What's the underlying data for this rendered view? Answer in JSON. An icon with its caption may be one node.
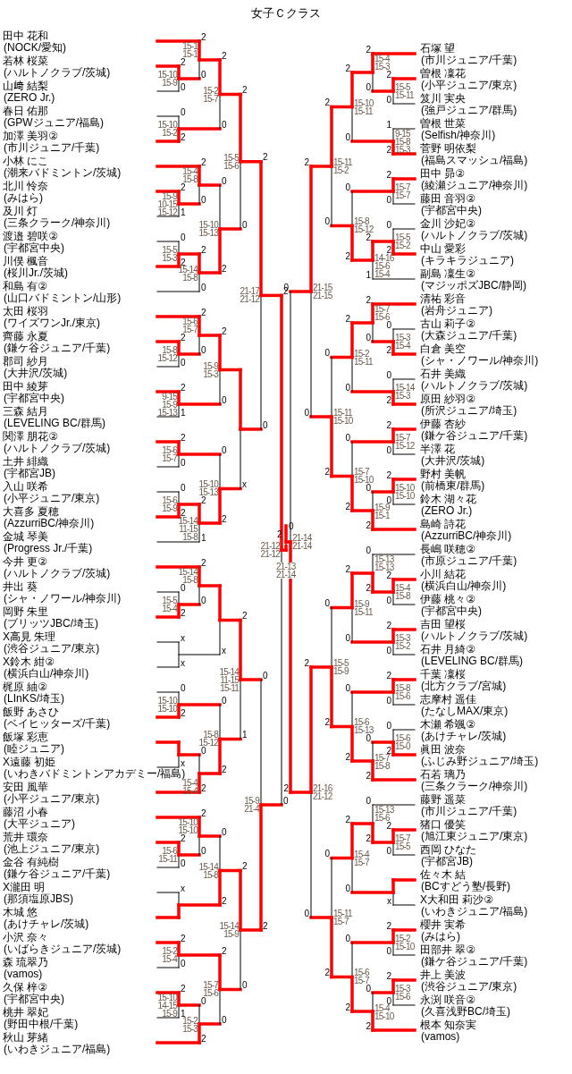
{
  "diagram": {
    "title": "女子Ｃクラス",
    "labels": [
      "田中 花和",
      "(NOCK/愛知)",
      "若林 桜菜",
      "(ハルトノクラブ/茨城)",
      "山﨑 結梨",
      "(ZERO Jr.)",
      "春日 佑那",
      "(GPWジュニア/福島)",
      "加澤 美羽②",
      "(市川ジュニア/千葉)",
      "小林 にこ",
      "(潮来バドミントン/茨城)",
      "北川 怜奈",
      "(みはら)",
      "及川 灯",
      "(三条クラーク/神奈川)",
      "渡邉 碧咲②",
      "(宇都宮中央)",
      "川俣 楓音",
      "(桜川Jr./茨城)",
      "和島 有②",
      "(山口バドミントン/山形)",
      "太田 桜羽",
      "(ワイズワンJr./東京)",
      "齊藤 永夏",
      "(鎌ケ谷ジュニア/千葉)",
      "郡司 紗月",
      "(大井沢/茨城)",
      "田中 綾芽",
      "(宇都宮中央)",
      "三森 結月",
      "(LEVELING BC/群馬)",
      "関澤 朋花②",
      "(ハルトノクラブ/茨城)",
      "土井 緋織",
      "(宇都宮JB)",
      "入山 咲希",
      "(小平ジュニア/東京)",
      "大喜多 夏穂",
      "(AzzurriBC/神奈川)",
      "金城 琴美",
      "(Progress Jr./千葉)",
      "今井 更②",
      "(ハルトノクラブ/茨城)",
      "井出 葵",
      "(シャ・ノワール/神奈川)",
      "岡野 朱里",
      "(ブリッツJBC/埼玉)",
      "X高見 朱理",
      "(渋谷ジュニア/東京)",
      "X鈴木 紺②",
      "(横浜白山/神奈川)",
      "梶原 紬②",
      "(LInKS/埼玉)",
      "飯野 あさひ",
      "(ベイヒッターズ/千葉)",
      "飯塚 彩恵",
      "(睦ジュニア)",
      "X遠藤 初姫",
      "(いわきバドミントンアカデミー/福島)",
      "安田 風華",
      "(小平ジュニア/東京)",
      "藤沼 小春",
      "(大平ジュニア)",
      "荒井 環奈",
      "(池上ジュニア/東京)",
      "金谷 有純樹",
      "(鎌ケ谷ジュニア/千葉)",
      "X瀧田 明",
      "(那須塩原JBS)",
      "木城 悠",
      "(あけチャレ/茨城)",
      "小沢 奈々",
      "(いばらきジュニア/茨城)",
      "森 琉翠乃",
      "(vamos)",
      "久保 梓②",
      "(宇都宮中央)",
      "桃井 翠妃",
      "(野田中根/千葉)",
      "秋山 芽緒",
      "(いわきジュニア/福島)",
      "石塚 望",
      "(市川ジュニア/千葉)",
      "曽根 凜花",
      "(小平ジュニア/東京)",
      "笈川 実央",
      "(強戸ジュニア/群馬)",
      "曽根 世菜",
      "(Selfish/神奈川)",
      "菅野 明依梨",
      "(福島スマッシュ/福島)",
      "田中 昴②",
      "(綾瀬ジュニア/神奈川)",
      "藤田 音羽②",
      "(宇都宮中央)",
      "金川 沙妃②",
      "(ハルトノクラブ/茨城)",
      "中山 愛彩",
      "(キラキラジュニア)",
      "副島 凜生②",
      "(マジッポズJBC/静岡)",
      "清祐 彩音",
      "(岩舟ジュニア)",
      "古山 莉子②",
      "(大森ジュニア/千葉)",
      "白倉 美空",
      "(シャ・ノワール/神奈川)",
      "石井 美織",
      "(ハルトノクラブ/茨城)",
      "原田 紗羽②",
      "(所沢ジュニア/埼玉)",
      "伊藤 杏紗",
      "(鎌ケ谷ジュニア/千葉)",
      "半澤 花",
      "(大井沢/茨城)",
      "野村 美帆",
      "(前橋東/群馬)",
      "鈴木 湖々花",
      "(ZERO Jr.)",
      "島崎 詩花",
      "(AzzurriBC/神奈川)",
      "長嶋 咲穂②",
      "(市原ジュニア/千葉)",
      "小川 結花",
      "(横浜白山/神奈川)",
      "伊藤 桃々②",
      "(宇都宮中央)",
      "吉田 望桜",
      "(ハルトノクラブ/茨城)",
      "石井 月綺②",
      "(LEVELING BC/群馬)",
      "千葉 凜桜",
      "(北方クラブ/宮城)",
      "志摩村 遥佳",
      "(たなしMAX/東京)",
      "木瀬 希颯②",
      "(あけチャレ/茨城)",
      "眞田 波奈",
      "(ふじみ野ジュニア/埼玉)",
      "石若 璃乃",
      "(三条クラーク/神奈川)",
      "藤野 遥菜",
      "(市川ジュニア/千葉)",
      "猪口 優笑",
      "(旭江東ジュニア/東京)",
      "西岡 ひなた",
      "(宇都宮JB)",
      "佐々木 結",
      "(BCすどう塾/長野)",
      "X大和田 莉沙②",
      "(いわきジュニア/福島)",
      "櫻井 実希",
      "(みはら)",
      "田部井 翠②",
      "(鎌ケ谷ジュニア/千葉)",
      "井上 美波",
      "(渋谷ジュニア/東京)",
      "永渕 咲音②",
      "(久喜浅野BC/埼玉)",
      "根本 知奈実",
      "(vamos)",
      "2",
      "0",
      "15-10 15-9",
      "2",
      "0",
      "15-1 15-1",
      "0",
      "2",
      "15-10 15-2",
      "2",
      "0",
      "15-2 15-7",
      "2",
      "1",
      "15-9 10-15 15-12",
      "2",
      "0",
      "15-4 15-8",
      "0",
      "2",
      "15-5 15-3",
      "2",
      "0",
      "15-14 15-8",
      "0",
      "2",
      "15-10 15-13",
      "2",
      "0",
      "15-5 15-6",
      "2",
      "0",
      "15-8 15-12",
      "2",
      "0",
      "15-6 15-7",
      "2",
      "1",
      "9-15 15-9 15-13",
      "2",
      "0",
      "15-9 15-3",
      "2",
      "0",
      "15-6 15-7",
      "0",
      "2",
      "15-6 15-9",
      "2",
      "1",
      "15-14 11-15 15-8",
      "0",
      "2",
      "15-10 15-13",
      "x",
      "2",
      "0",
      "21-17 21-12",
      "0",
      "2",
      "15-5 15-4",
      "2",
      "0",
      "15-14 15-8",
      "x",
      "x",
      "x",
      "0",
      "2",
      "15-10 15-10",
      "x",
      "0",
      "2",
      "15-4 15-4",
      "0",
      "2",
      "15-8 15-12",
      "2",
      "1",
      "15-14 11-15 15-11",
      "2",
      "0",
      "15-6 15-11",
      "2",
      "0",
      "15-10 15-10",
      "x",
      "0",
      "2",
      "15-14 15-8",
      "2",
      "0",
      "15-2 15-4",
      "2",
      "1",
      "15-10 14-15 15-9",
      "0",
      "2",
      "15-2 15-3",
      "2",
      "0",
      "15-7 15-6",
      "2",
      "0",
      "15-14 15-9",
      "0",
      "2",
      "15-9 21-4",
      "2",
      "0",
      "21-12 21-12",
      "2",
      "0",
      "15-5 15-11",
      "2",
      "0",
      "15-4 15-3",
      "1",
      "2",
      "9-15 15-8 15-3",
      "2",
      "0",
      "15-10 15-11",
      "2",
      "0",
      "15-7 15-7",
      "0",
      "2",
      "15-5 15-2",
      "2",
      "1",
      "14-16 15-6 15-4",
      "0",
      "2",
      "15-8 15-12",
      "2",
      "0",
      "15-11 15-2",
      "0",
      "2",
      "15-3 15-4",
      "2",
      "0",
      "15-7 15-6",
      "0",
      "2",
      "15-14 15-3",
      "2",
      "0",
      "15-2 15-11",
      "2",
      "0",
      "15-7 15-12",
      "2",
      "0",
      "15-10 15-10",
      "0",
      "2",
      "15-9 15-1",
      "0",
      "2",
      "15-7 15-10",
      "0",
      "2",
      "15-11 15-10",
      "2",
      "0",
      "21-15 21-15",
      "2",
      "0",
      "15-4 15-8",
      "0",
      "2",
      "15-13 15-13",
      "2",
      "0",
      "15-3 15-2",
      "2",
      "0",
      "15-9 15-11",
      "2",
      "0",
      "15-8 15-6",
      "0",
      "2",
      "15-6 15-0",
      "0",
      "2",
      "15-7 15-8",
      "0",
      "2",
      "15-6 15-13",
      "0",
      "2",
      "15-5 15-9",
      "2",
      "0",
      "15-7 15-5",
      "0",
      "2",
      "15-13 15-6",
      "x",
      "2",
      "0",
      "15-4 15-7",
      "2",
      "0",
      "15-2 15-10",
      "2",
      "0",
      "15-3 15-6",
      "0",
      "2",
      "15-4 15-10",
      "0",
      "2",
      "15-6 15-7",
      "0",
      "2",
      "15-11 15-7",
      "2",
      "0",
      "21-16 21-12",
      "0",
      "2",
      "21-14 21-14",
      "2",
      "0",
      "21-13 21-14"
    ]
  }
}
